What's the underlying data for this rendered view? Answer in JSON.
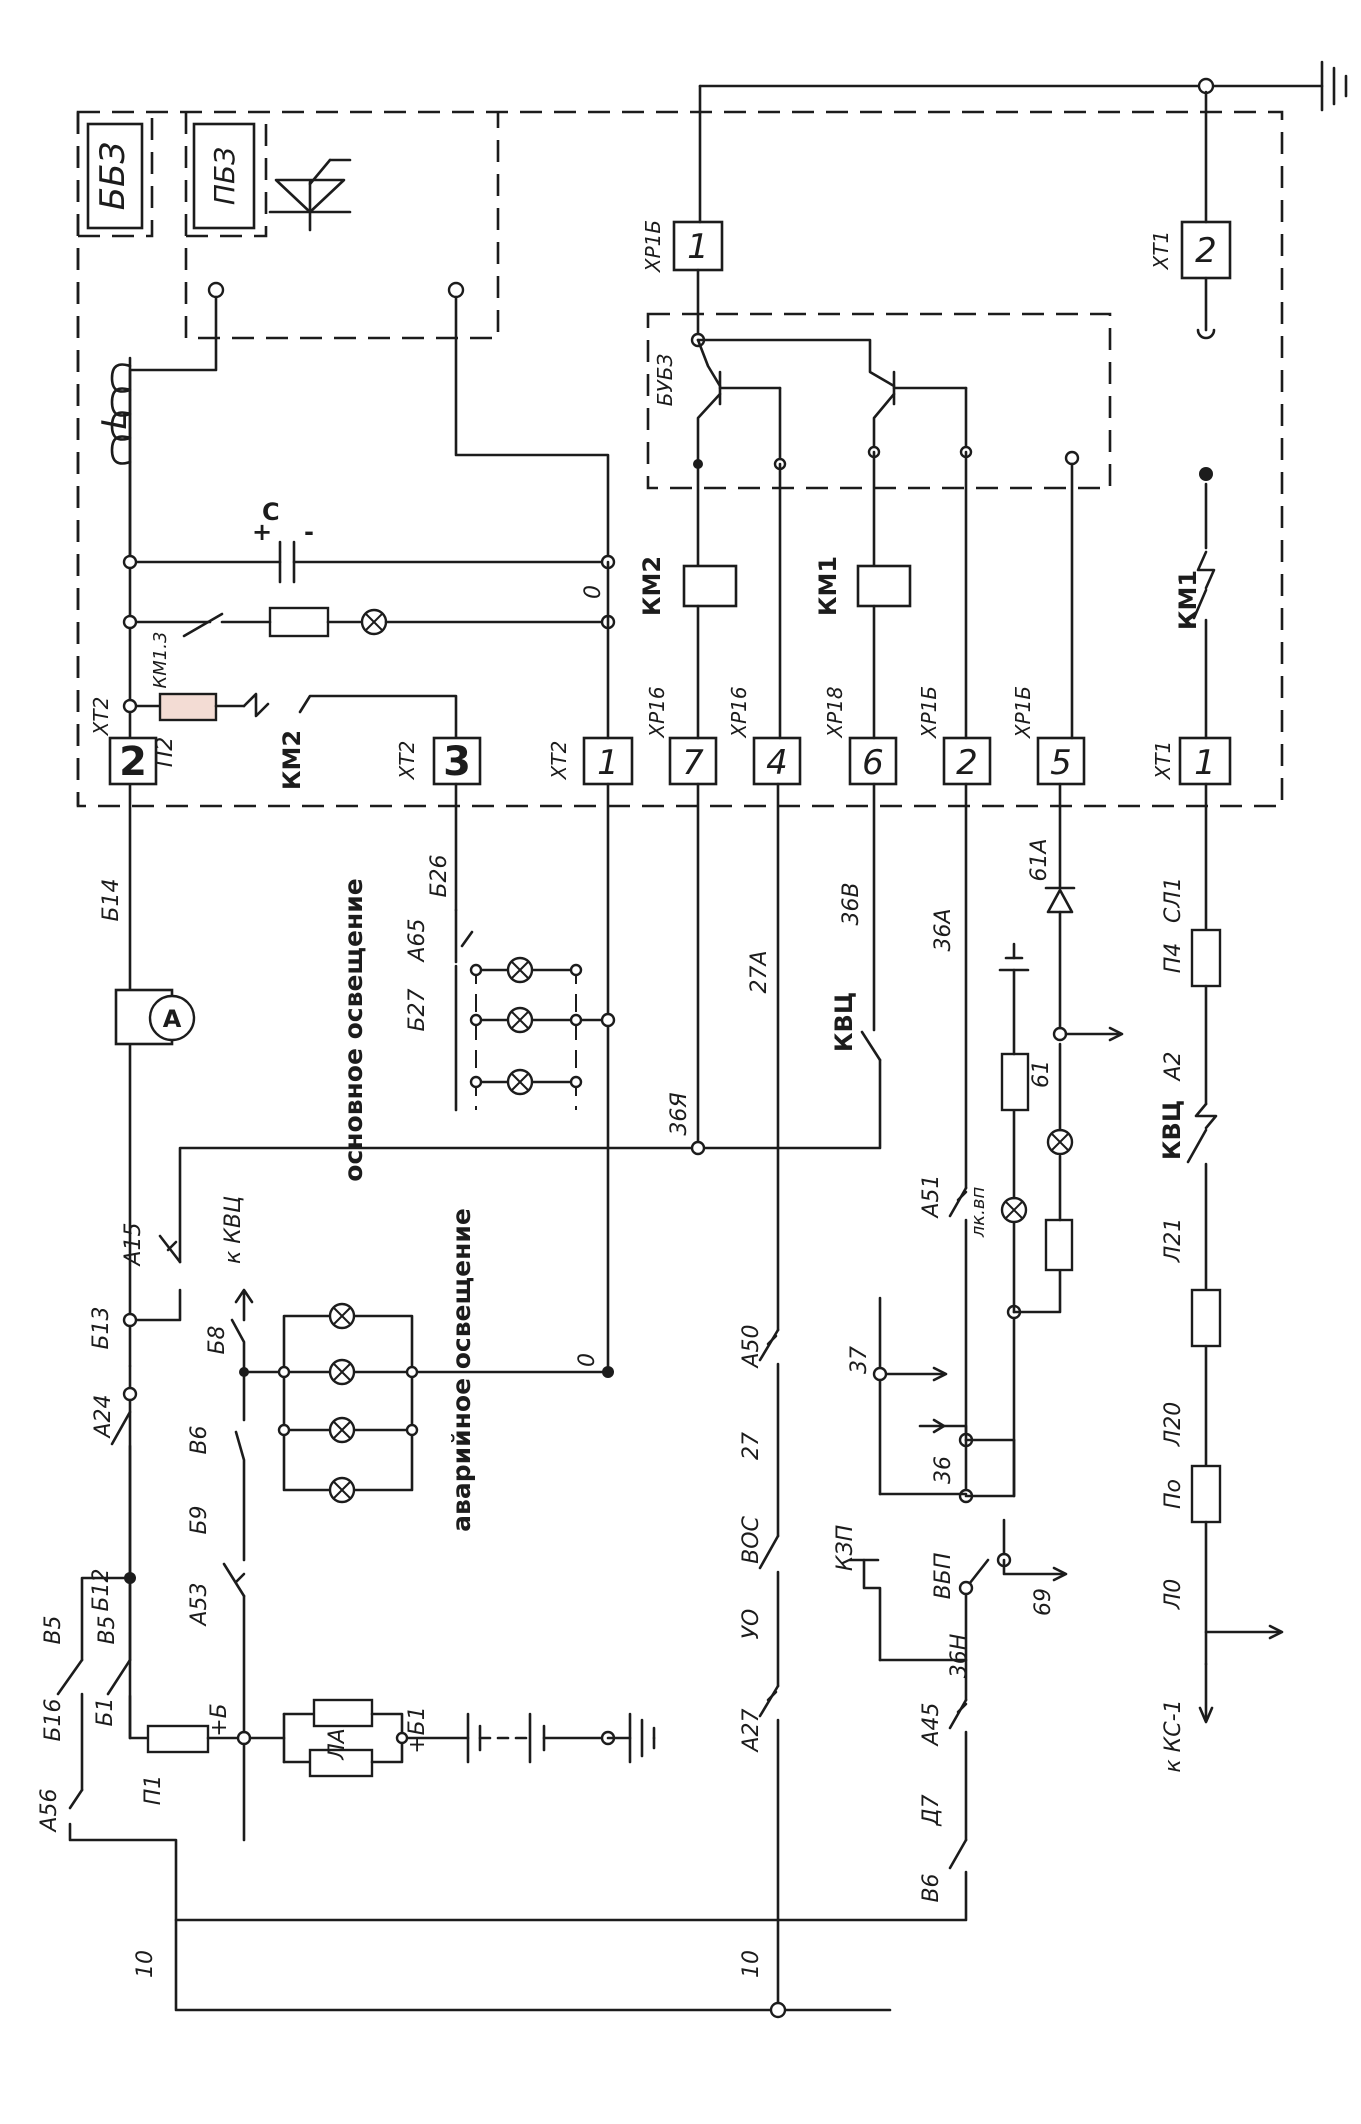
{
  "labels": {
    "bbz": "ББЗ",
    "pbz": "ПБЗ",
    "buvz": "БУБЗ",
    "L": "L",
    "C": "С",
    "c_plus": "+",
    "c_minus": "-",
    "km13": "КМ1.3",
    "p2": "П2",
    "km2": "КМ2",
    "km1": "КМ1",
    "kvc": "КВЦ",
    "xt2": "ХТ2",
    "xt1": "ХТ1",
    "xp16": "ХР16",
    "xp16_alt": "ХР1Б",
    "xp18": "ХР18",
    "zero": "0",
    "xt2_2": "2",
    "xt2_3": "3",
    "xt2_1": "1",
    "xp16_7": "7",
    "xp16_4": "4",
    "xp16_6": "6",
    "xp16_2": "2",
    "xp16_5": "5",
    "xt1_1": "1",
    "xt1_2": "2",
    "xp16_1": "1",
    "b14": "Б14",
    "b26": "Б26",
    "b27": "Б27",
    "a65": "А65",
    "main_light": "основное освещение",
    "emer_light": "аварийное освещение",
    "w27a": "27А",
    "w36b": "36В",
    "w36a": "36А",
    "w61a": "61А",
    "w61": "61",
    "w36ya": "36Я",
    "a15": "А15",
    "b13": "Б13",
    "a24": "А24",
    "b12": "Б12",
    "b8": "Б8",
    "to_kvc": "к КВЦ",
    "v6": "В6",
    "b9": "Б9",
    "a53": "А53",
    "b5": "В5",
    "b16": "Б16",
    "b1": "Б1",
    "a56": "А56",
    "p1": "П1",
    "plus_b": "+Б",
    "plus_b1": "+Б1",
    "la": "ЛА",
    "w10": "10",
    "a50": "А50",
    "w27": "27",
    "voc": "ВОС",
    "uo": "УО",
    "a27": "А27",
    "w37": "37",
    "w36": "36",
    "kzp": "КЗП",
    "vbp": "ВБП",
    "w69": "69",
    "a45": "А45",
    "d7": "Д7",
    "w36n": "36Н",
    "a51": "А51",
    "lk_vp": "лк.вп",
    "sl1": "СЛ1",
    "p4": "П4",
    "a2": "А2",
    "l21": "Л21",
    "l20": "Л20",
    "po": "По",
    "l0": "Л0",
    "to_ks1": "к КС-1",
    "ammeter": "A"
  }
}
